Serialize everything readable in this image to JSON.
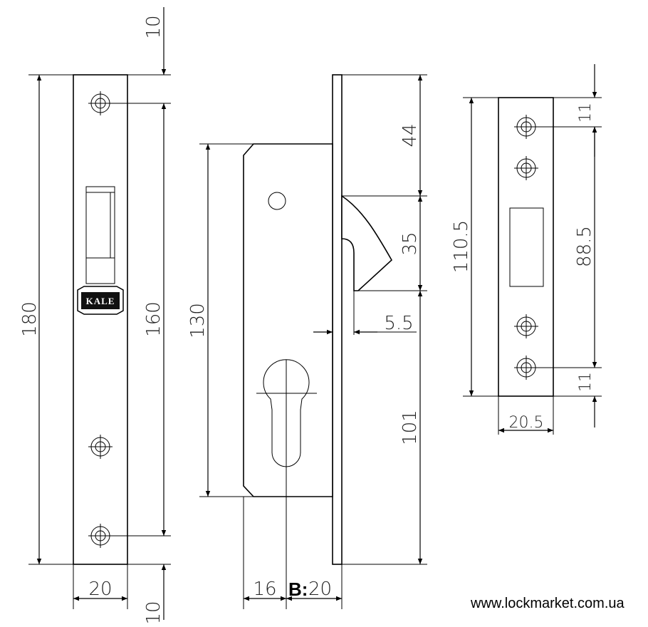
{
  "diagram": {
    "brand_logo": "KALE",
    "labels": {
      "faceplate": {
        "top_offset": "10",
        "total_height": "180",
        "hole_spacing": "160",
        "width": "20",
        "bottom_offset": "10"
      },
      "lock_body": {
        "latch_top": "44",
        "latch_height": "35",
        "body_height": "130",
        "latch_projection": "5.5",
        "cylinder_center": "101",
        "backset": "16",
        "backset_prefix": "B:",
        "backset_value": "20"
      },
      "strike_plate": {
        "height": "110.5",
        "top_offset": "11",
        "hole_spacing": "88.5",
        "bottom_offset": "11",
        "width": "20.5"
      }
    },
    "website": "www.lockmarket.com.ua"
  }
}
